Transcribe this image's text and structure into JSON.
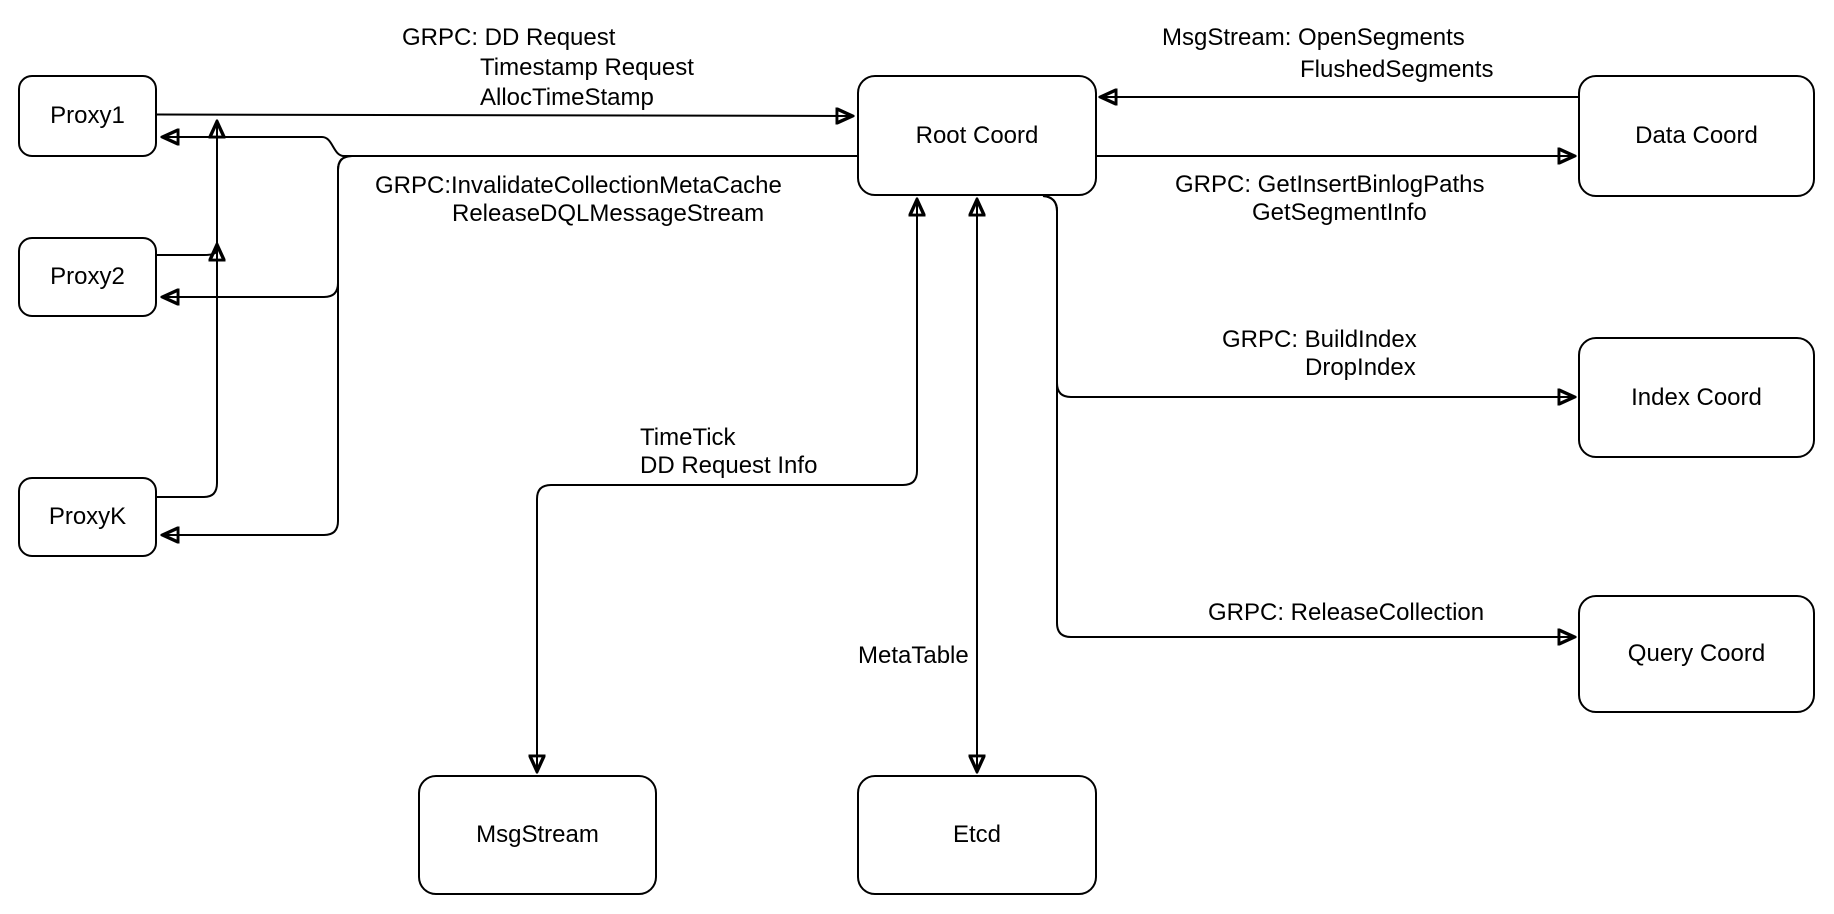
{
  "colors": {
    "background": "#ffffff",
    "stroke": "#000000",
    "text": "#000000"
  },
  "nodes": {
    "proxy1": {
      "label": "Proxy1"
    },
    "proxy2": {
      "label": "Proxy2"
    },
    "proxyk": {
      "label": "ProxyK"
    },
    "root_coord": {
      "label": "Root Coord"
    },
    "data_coord": {
      "label": "Data Coord"
    },
    "index_coord": {
      "label": "Index Coord"
    },
    "query_coord": {
      "label": "Query Coord"
    },
    "msgstream": {
      "label": "MsgStream"
    },
    "etcd": {
      "label": "Etcd"
    }
  },
  "edge_labels": {
    "proxy_to_root": {
      "lines": [
        "GRPC: DD Request",
        "Timestamp Request",
        "AllocTimeStamp"
      ]
    },
    "root_to_proxies": {
      "lines": [
        "GRPC:InvalidateCollectionMetaCache",
        "ReleaseDQLMessageStream"
      ]
    },
    "data_to_root": {
      "lines": [
        "MsgStream: OpenSegments",
        "FlushedSegments"
      ]
    },
    "root_to_data": {
      "lines": [
        "GRPC: GetInsertBinlogPaths",
        "GetSegmentInfo"
      ]
    },
    "root_to_index": {
      "lines": [
        "GRPC: BuildIndex",
        "DropIndex"
      ]
    },
    "root_to_query": {
      "lines": [
        "GRPC: ReleaseCollection"
      ]
    },
    "root_msgstream": {
      "lines": [
        "TimeTick",
        "DD Request Info"
      ]
    },
    "root_etcd": {
      "lines": [
        "MetaTable"
      ]
    }
  }
}
